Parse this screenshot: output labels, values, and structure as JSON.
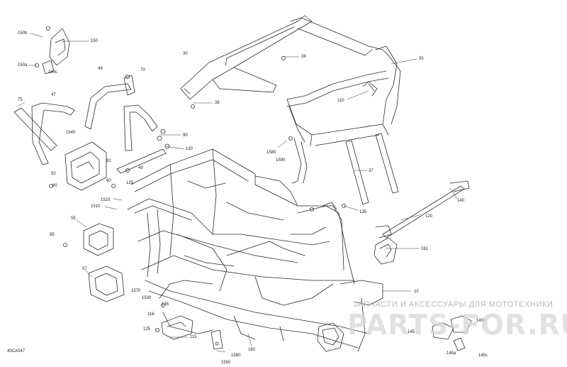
{
  "diagram": {
    "drawing_code": "40CA047",
    "callouts": [
      {
        "id": "c150b",
        "text": "150b"
      },
      {
        "id": "c150",
        "text": "150"
      },
      {
        "id": "c150a",
        "text": "150a"
      },
      {
        "id": "c150c",
        "text": "150c"
      },
      {
        "id": "c48",
        "text": "48"
      },
      {
        "id": "c70",
        "text": "70"
      },
      {
        "id": "c30",
        "text": "30"
      },
      {
        "id": "c38a",
        "text": "38"
      },
      {
        "id": "c38b",
        "text": "38"
      },
      {
        "id": "c35",
        "text": "35"
      },
      {
        "id": "c110",
        "text": "110"
      },
      {
        "id": "c75",
        "text": "75"
      },
      {
        "id": "c47",
        "text": "47"
      },
      {
        "id": "c1540",
        "text": "1540"
      },
      {
        "id": "c50a",
        "text": "50"
      },
      {
        "id": "c60a",
        "text": "60"
      },
      {
        "id": "c90",
        "text": "90"
      },
      {
        "id": "c130",
        "text": "130"
      },
      {
        "id": "c82",
        "text": "82"
      },
      {
        "id": "c49",
        "text": "49"
      },
      {
        "id": "c60b",
        "text": "60"
      },
      {
        "id": "c125a",
        "text": "125"
      },
      {
        "id": "c1580a",
        "text": "1580"
      },
      {
        "id": "c1590",
        "text": "1590"
      },
      {
        "id": "c37",
        "text": "37"
      },
      {
        "id": "c1520",
        "text": "1520"
      },
      {
        "id": "c1510",
        "text": "1510"
      },
      {
        "id": "c55",
        "text": "55"
      },
      {
        "id": "c135a",
        "text": "135"
      },
      {
        "id": "c140",
        "text": "140"
      },
      {
        "id": "c120",
        "text": "120"
      },
      {
        "id": "c85",
        "text": "85"
      },
      {
        "id": "c161",
        "text": "161"
      },
      {
        "id": "c57",
        "text": "57"
      },
      {
        "id": "c1570",
        "text": "1570"
      },
      {
        "id": "c1530",
        "text": "1530"
      },
      {
        "id": "c10",
        "text": "10"
      },
      {
        "id": "c135b",
        "text": "135"
      },
      {
        "id": "c116",
        "text": "116"
      },
      {
        "id": "c125b",
        "text": "125"
      },
      {
        "id": "c115",
        "text": "115"
      },
      {
        "id": "c160",
        "text": "160"
      },
      {
        "id": "c1580b",
        "text": "1580"
      },
      {
        "id": "c1550",
        "text": "1550"
      },
      {
        "id": "c145",
        "text": "145"
      },
      {
        "id": "c145b",
        "text": "145b"
      },
      {
        "id": "c145a",
        "text": "145a"
      },
      {
        "id": "c145c",
        "text": "145c"
      }
    ]
  },
  "watermark": {
    "tagline": "ЗАПЧАСТИ И АКСЕССУАРЫ ДЛЯ МОТОТЕХНИКИ",
    "logo": "PARTS-FOR.RU"
  }
}
